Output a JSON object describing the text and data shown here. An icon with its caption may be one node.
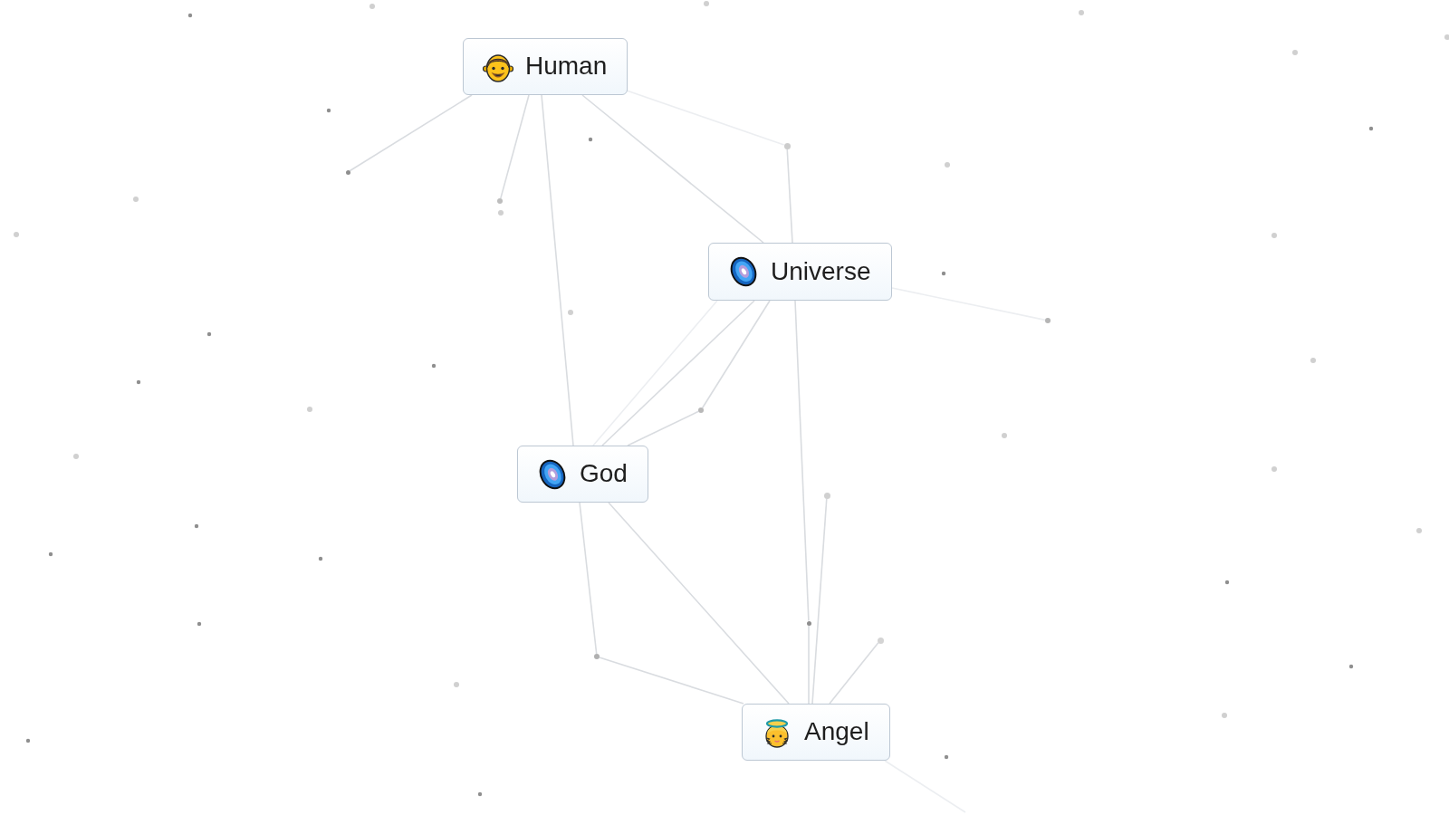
{
  "diagram": {
    "nodes": [
      {
        "text": [
          "Human"
        ]
      },
      {
        "text": [],
        "shape": "circle"
      },
      {
        "text": [],
        "shape": "circle"
      },
      {
        "text": [],
        "shape": "circle"
      },
      {
        "text": [
          "Universe"
        ]
      },
      {
        "text": [],
        "shape": "circle"
      },
      {
        "text": [],
        "shape": "circle"
      },
      {
        "text": [
          "God"
        ]
      },
      {
        "text": [],
        "shape": "circle"
      },
      {
        "text": [],
        "shape": "circle"
      },
      {
        "text": [],
        "shape": "circle"
      },
      {
        "text": [],
        "shape": "circle"
      },
      {
        "text": [
          "Angel"
        ]
      }
    ],
    "edges": [
      {
        "from": 0,
        "to": 2,
        "arrow": "none"
      },
      {
        "from": 0,
        "to": 3,
        "arrow": "none"
      },
      {
        "from": 0,
        "to": 7,
        "arrow": "none"
      },
      {
        "from": 0,
        "to": 4,
        "arrow": "none"
      },
      {
        "from": 0,
        "to": 1,
        "arrow": "none",
        "color": "#eceef1"
      },
      {
        "from": 1,
        "to": 4,
        "arrow": "none"
      },
      {
        "from": 4,
        "to": 5,
        "arrow": "none",
        "color": "#eceef1"
      },
      {
        "from": 4,
        "to": 7,
        "arrow": "none",
        "color": "#eceef1"
      },
      {
        "from": 4,
        "to": 7,
        "arrow": "none"
      },
      {
        "from": 4,
        "to": 6,
        "arrow": "none"
      },
      {
        "from": 6,
        "to": 7,
        "arrow": "none"
      },
      {
        "from": 4,
        "to": 9,
        "arrow": "none"
      },
      {
        "from": 9,
        "to": 12,
        "arrow": "none"
      },
      {
        "from": 8,
        "to": 12,
        "arrow": "none"
      },
      {
        "from": 10,
        "to": 12,
        "arrow": "none"
      },
      {
        "from": 7,
        "to": 11,
        "arrow": "none"
      },
      {
        "from": 11,
        "to": 12,
        "arrow": "none"
      },
      {
        "from": 7,
        "to": 12,
        "arrow": "none"
      },
      {
        "from": 12,
        "to": null,
        "arrow": "none",
        "color": "#eceef1"
      }
    ]
  }
}
